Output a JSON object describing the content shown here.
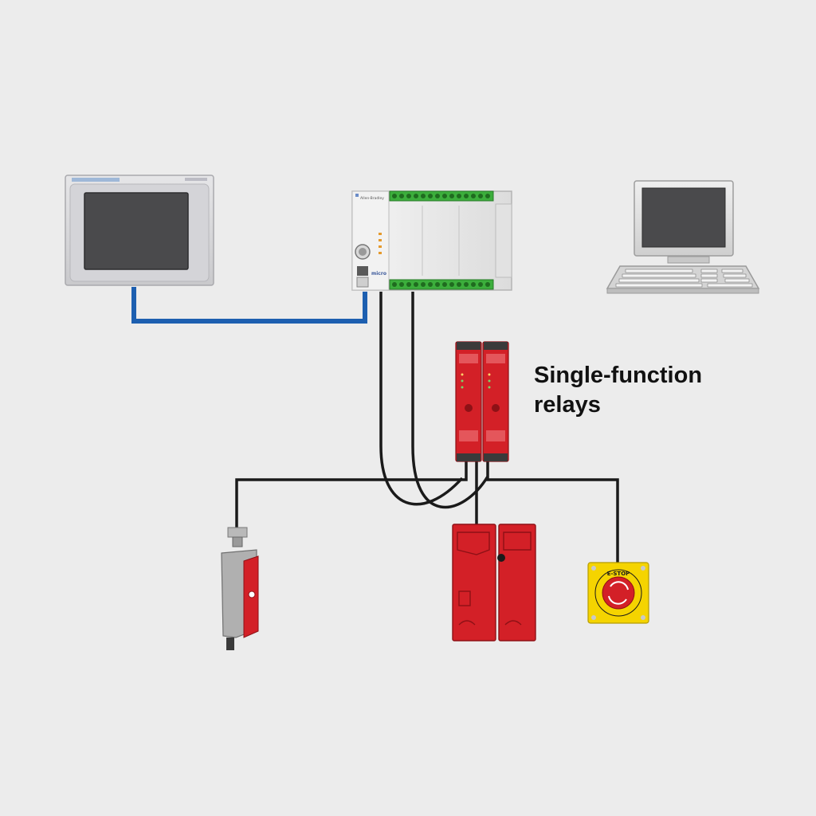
{
  "relays": {
    "caption_line1": "Single-function",
    "caption_line2": "relays"
  },
  "plc": {
    "brand": "Allen-Bradley",
    "model": "micro"
  },
  "estop": {
    "label": "E-STOP"
  },
  "colors": {
    "background": "#ececec",
    "hmi_cable": "#1d5fb0",
    "wire": "#1a1a1a",
    "safety_red": "#d32027",
    "estop_yellow": "#f5d400",
    "terminal_green": "#3cae3c"
  },
  "icons": [
    "hmi-panel-icon",
    "plc-controller-icon",
    "desktop-computer-icon",
    "safety-relay-icon",
    "interlock-switch-icon",
    "non-contact-sensor-icon",
    "estop-button-icon"
  ]
}
